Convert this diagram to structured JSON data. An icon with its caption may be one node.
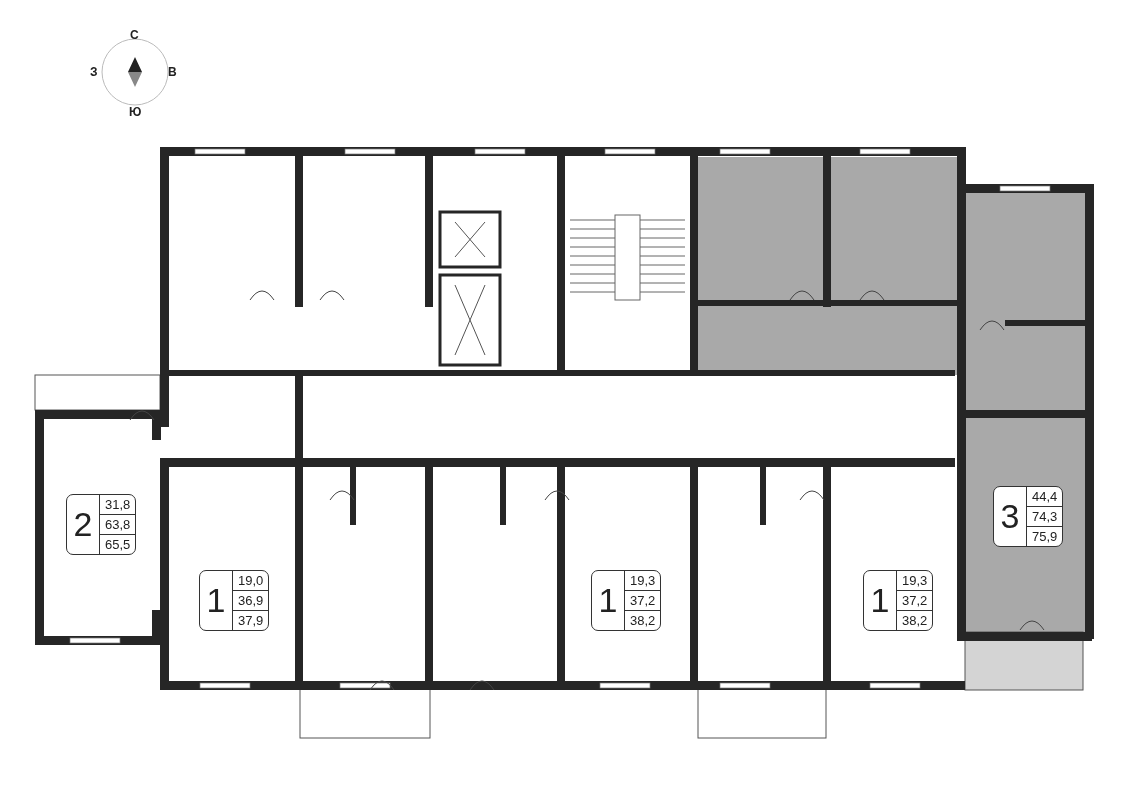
{
  "diagram": {
    "nodes": [
      {
        "text": [
          "2",
          "31,8",
          "63,8",
          "65,5"
        ]
      },
      {
        "text": [
          "1",
          "19,0",
          "36,9",
          "37,9"
        ]
      },
      {
        "text": [
          "1",
          "19,3",
          "37,2",
          "38,2"
        ]
      },
      {
        "text": [
          "1",
          "19,3",
          "37,2",
          "38,2"
        ]
      },
      {
        "text": [
          "3",
          "44,4",
          "74,3",
          "75,9"
        ]
      }
    ],
    "labels": [
      "С",
      "З",
      "В",
      "Ю"
    ]
  }
}
